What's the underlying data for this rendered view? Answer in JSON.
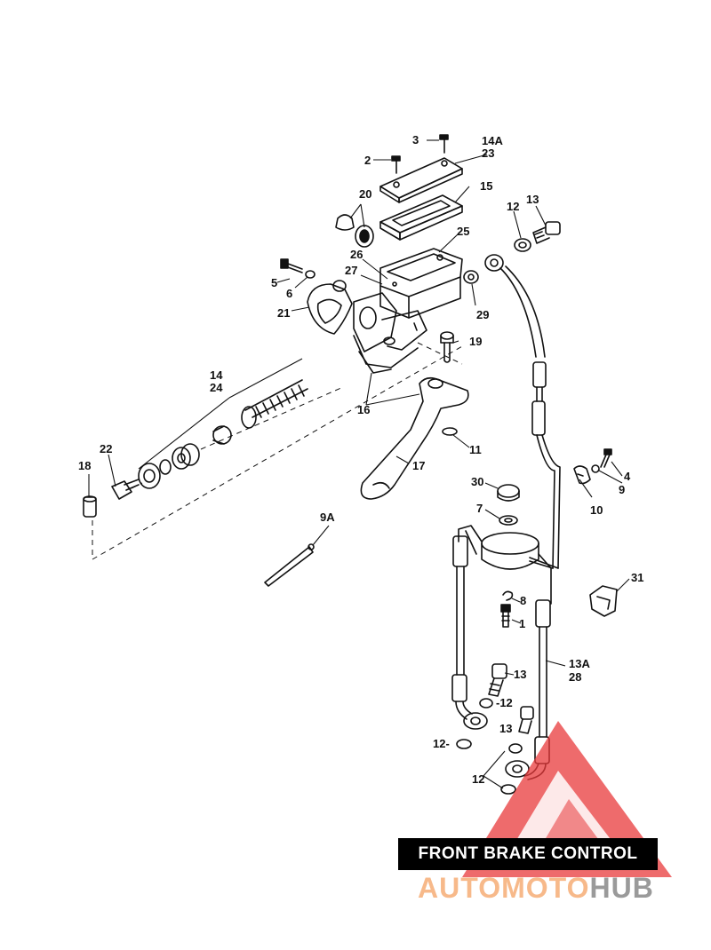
{
  "diagram": {
    "title": "FRONT BRAKE CONTROL",
    "callouts": {
      "c3": "3",
      "c14a": "14A",
      "c23": "23",
      "c2": "2",
      "c20": "20",
      "c15": "15",
      "c13a": "13",
      "c12a": "12",
      "c25": "25",
      "c26": "26",
      "c27": "27",
      "c5": "5",
      "c6": "6",
      "c21": "21",
      "c29": "29",
      "c19": "19",
      "c14": "14",
      "c24": "24",
      "c16": "16",
      "c11": "11",
      "c17": "17",
      "c22": "22",
      "c18": "18",
      "c4": "4",
      "c9": "9",
      "c10": "10",
      "c30": "30",
      "c7": "7",
      "c9a": "9A",
      "c31": "31",
      "c8": "8",
      "c1": "1",
      "c13b": "13",
      "c13a2": "13A",
      "c28": "28",
      "c12b": "-12",
      "c12c": "12-",
      "c13c": "13",
      "c12d": "12"
    }
  },
  "watermark": {
    "part1": "AUTOMOTO",
    "part2": "HUB",
    "color1": "#f7b98a",
    "color2": "#9a9a9a",
    "triangle_color": "#e8393b"
  }
}
